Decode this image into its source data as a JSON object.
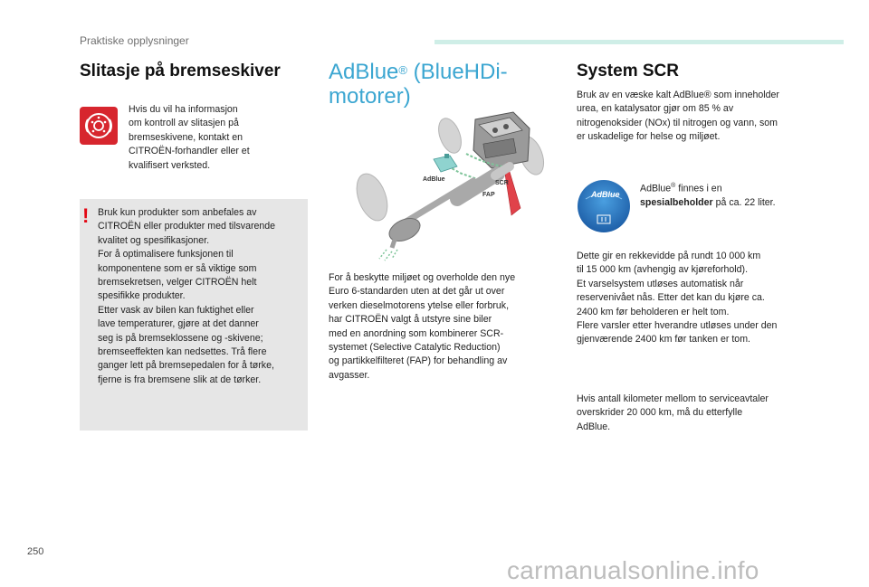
{
  "header": {
    "section": "Praktiske opplysninger"
  },
  "page_number": "250",
  "watermark": "carmanualsonline.info",
  "brakes": {
    "title": "Slitasje på bremseskiver",
    "info_lines": [
      "Hvis du vil ha informasjon",
      "om kontroll av slitasjen på",
      "bremseskivene, kontakt en",
      "CITROËN-forhandler eller et",
      "kvalifisert verksted."
    ],
    "warning_lines": [
      "Bruk kun produkter som anbefales av",
      "CITROËN eller produkter med tilsvarende",
      "kvalitet og spesifikasjoner.",
      "For å optimalisere funksjonen til",
      "komponentene som er så viktige som",
      "bremsekretsen, velger CITROËN helt",
      "spesifikke produkter.",
      "Etter vask av bilen kan fuktighet eller",
      "lave temperaturer, gjøre at det danner",
      "seg is på bremseklossene og -skivene;",
      "bremseeffekten kan nedsettes. Trå flere",
      "ganger lett på bremsepedalen for å tørke,",
      "fjerne is fra bremsene slik at de tørker."
    ]
  },
  "adblue": {
    "title_main": "AdBlue",
    "title_reg": "®",
    "title_rest": " (BlueHDi-",
    "title_line2": "motorer)",
    "diagram_labels": {
      "adblue": "AdBlue",
      "scr": "SCR",
      "fap": "FAP"
    },
    "body_lines": [
      "For å beskytte miljøet og overholde den nye",
      "Euro 6-standarden uten at det går ut over",
      "verken dieselmotorens ytelse eller forbruk,",
      "har CITROËN valgt å utstyre sine biler",
      "med en anordning som kombinerer SCR-",
      "systemet (Selective Catalytic Reduction)",
      "og partikkelfilteret (FAP) for behandling av",
      "avgasser."
    ]
  },
  "scr": {
    "title": "System SCR",
    "intro_lines": [
      "Bruk av en væske kalt AdBlue® som inneholder",
      "urea, en katalysator gjør om 85 % av",
      "nitrogenoksider (NOx) til nitrogen og vann, som",
      "er uskadelige for helse og miljøet."
    ],
    "container_line1_a": "AdBlue",
    "container_line1_reg": "®",
    "container_line1_b": " finnes i en",
    "container_line2_bold": "spesialbeholder",
    "container_line2_rest": " på ca. 22 liter.",
    "icon_label": "AdBlue",
    "range_lines": [
      "Dette gir en rekkevidde på rundt 10 000 km",
      "til 15 000 km (avhengig av kjøreforhold).",
      "Et varselsystem utløses automatisk når",
      "reservenivået nås. Etter det kan du kjøre ca.",
      "2400 km før beholderen er helt tom.",
      "Flere varsler etter hverandre utløses under den",
      "gjenværende 2400 km før tanken er tom."
    ],
    "service_lines": [
      "Hvis antall kilometer mellom to serviceavtaler",
      "overskrider 20 000 km, må du etterfylle",
      "AdBlue."
    ]
  },
  "colors": {
    "accent_blue": "#3ba6d1",
    "header_bar": "#cfeee7",
    "warning_bg": "#e6e6e6",
    "warning_icon": "#e30613",
    "icon_red": "#d7262e"
  }
}
